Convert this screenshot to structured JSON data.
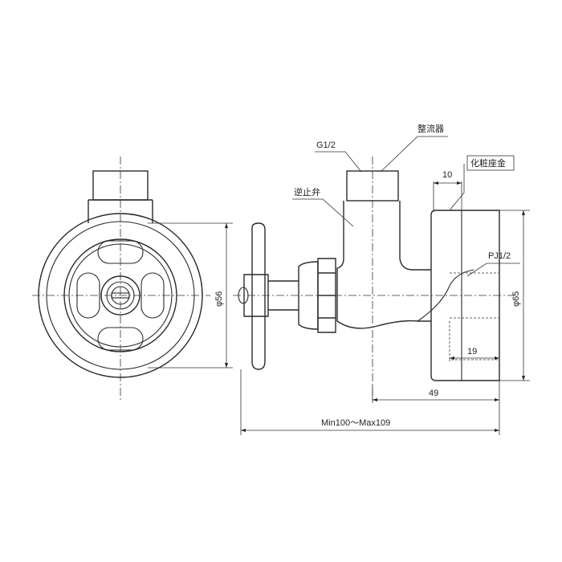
{
  "labels": {
    "straightener": "整流器",
    "g_half": "G1/2",
    "check_valve": "逆止弁",
    "escutcheon": "化粧座金",
    "pj_half": "PJ1/2"
  },
  "dimensions": {
    "d10": "10",
    "d56": "φ56",
    "d65": "φ65",
    "d19": "19",
    "d49": "49",
    "length": "Min100～Max109"
  }
}
